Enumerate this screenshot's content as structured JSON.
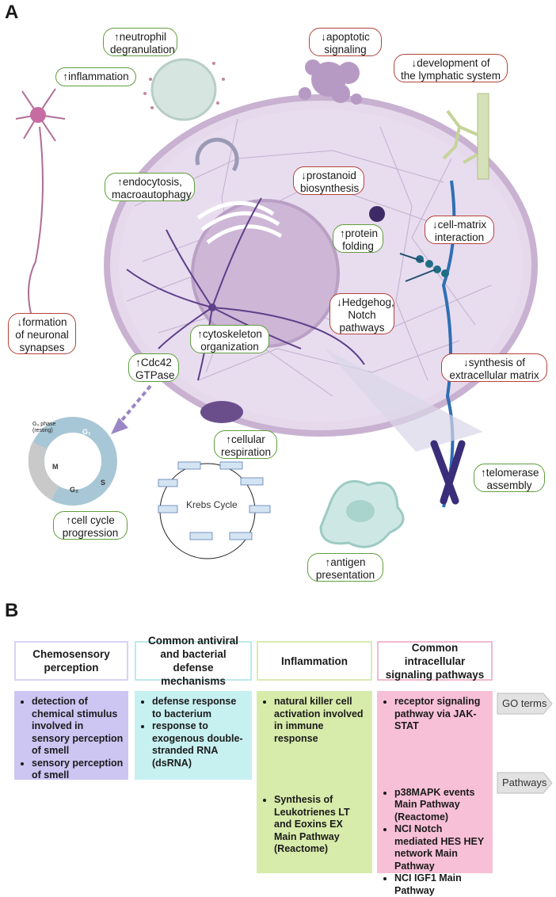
{
  "panelA": {
    "letter": "A",
    "labels": {
      "neutrophil": "↑neutrophil degranulation",
      "neutrophil_l1": "↑neutrophil",
      "neutrophil_l2": "degranulation",
      "inflammation": "↑inflammation",
      "apoptotic_l1": "↓apoptotic",
      "apoptotic_l2": "signaling",
      "lymph_l1": "↓development of",
      "lymph_l2": "the lymphatic system",
      "endo_l1": "↑endocytosis,",
      "endo_l2": "macroautophagy",
      "prostanoid_l1": "↓prostanoid",
      "prostanoid_l2": "biosynthesis",
      "protein_l1": "↑protein",
      "protein_l2": "folding",
      "cellmatrix_l1": "↓cell-matrix",
      "cellmatrix_l2": "interaction",
      "hedgehog_l1": "↓Hedgehog,",
      "hedgehog_l2": "Notch",
      "hedgehog_l3": "pathways",
      "synapse_l1": "↓formation",
      "synapse_l2": "of neuronal",
      "synapse_l3": "synapses",
      "cytoskeleton_l1": "↑cytoskeleton",
      "cytoskeleton_l2": "organization",
      "cdc42_l1": "↑Cdc42",
      "cdc42_l2": "GTPase",
      "ecm_l1": "↓synthesis of",
      "ecm_l2": "extracellular matrix",
      "respiration_l1": "↑cellular",
      "respiration_l2": "respiration",
      "cellcycle_l1": "↑cell cycle",
      "cellcycle_l2": "progression",
      "telomerase_l1": "↑telomerase",
      "telomerase_l2": "assembly",
      "antigen_l1": "↑antigen",
      "antigen_l2": "presentation"
    },
    "cell_cycle": {
      "g0": "G₀ phase",
      "g0_sub": "(resting)",
      "g1": "G₁",
      "s": "S",
      "g2": "G₂",
      "m": "M"
    },
    "krebs": "Krebs Cycle"
  },
  "panelB": {
    "letter": "B",
    "columns": [
      {
        "header": "Chemosensory perception",
        "go": [
          "detection of chemical stimulus involved in sensory perception of smell",
          "sensory perception of smell"
        ],
        "pathways": []
      },
      {
        "header": "Common antiviral and bacterial defense mechanisms",
        "go": [
          "defense response to bacterium",
          "response to exogenous double-stranded RNA (dsRNA)"
        ],
        "pathways": []
      },
      {
        "header": "Inflammation",
        "go": [
          "natural killer cell activation involved in immune response"
        ],
        "pathways": [
          "Synthesis of Leukotrienes LT and Eoxins EX Main Pathway (Reactome)"
        ]
      },
      {
        "header": "Common intracellular signaling pathways",
        "go": [
          "receptor signaling pathway via JAK-STAT"
        ],
        "pathways": [
          "p38MAPK events Main Pathway (Reactome)",
          "NCI Notch mediated HES HEY network Main Pathway",
          "NCI IGF1 Main Pathway"
        ]
      }
    ],
    "side_labels": {
      "go": "GO terms",
      "pathways": "Pathways"
    },
    "colors": {
      "col1_border": "#c9c2ef",
      "col1_fill": "#cdc6f3",
      "col2_border": "#a9e4e6",
      "col2_fill": "#c7f0f1",
      "col3_border": "#d3e6a4",
      "col3_fill": "#d7ebaa",
      "col4_border": "#f0a9c7",
      "col4_fill": "#f7c0d6"
    }
  }
}
